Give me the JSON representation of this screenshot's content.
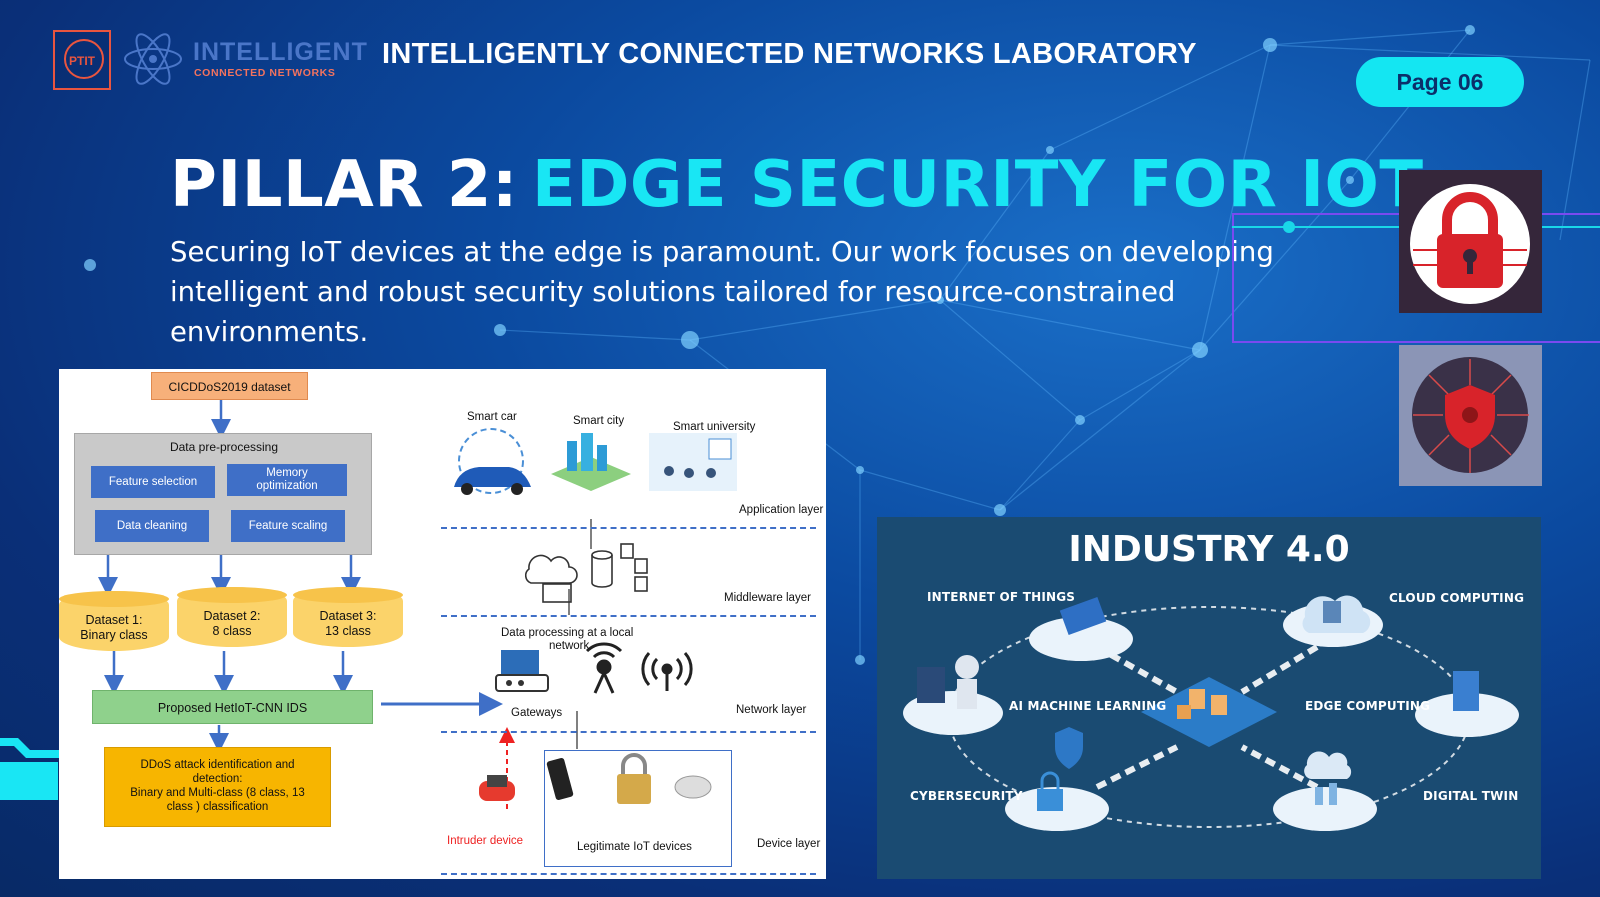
{
  "header": {
    "logo_mark": "PTIT",
    "logo_name": "INTELLIGENT",
    "logo_sub": "CONNECTED NETWORKS",
    "lab_title": "INTELLIGENTLY CONNECTED NETWORKS LABORATORY",
    "page_badge": "Page 06"
  },
  "hero": {
    "pillar_prefix": "PILLAR 2:",
    "pillar_title": "EDGE SECURITY FOR IOT",
    "description": "Securing IoT devices at the edge is paramount. Our work focuses on developing intelligent and robust security solutions tailored for resource-constrained environments."
  },
  "diagram": {
    "dataset": "CICDDoS2019 dataset",
    "preprocessing_title": "Data pre-processing",
    "feature_selection": "Feature selection",
    "memory_optimization": "Memory optimization",
    "data_cleaning": "Data cleaning",
    "feature_scaling": "Feature scaling",
    "datasets": [
      {
        "line1": "Dataset 1:",
        "line2": "Binary class"
      },
      {
        "line1": "Dataset 2:",
        "line2": "8 class"
      },
      {
        "line1": "Dataset 3:",
        "line2": "13 class"
      }
    ],
    "model": "Proposed HetIoT-CNN IDS",
    "result_line1": "DDoS attack identification and",
    "result_line2": "detection:",
    "result_line3": "Binary and Multi-class (8 class, 13",
    "result_line4": "class ) classification",
    "smart_car": "Smart car",
    "smart_city": "Smart city",
    "smart_university": "Smart university",
    "application_layer": "Application layer",
    "middleware_layer": "Middleware layer",
    "local_processing_line1": "Data processing at a local",
    "local_processing_line2": "network",
    "gateways": "Gateways",
    "network_layer": "Network layer",
    "intruder_device": "Intruder device",
    "legitimate_devices": "Legitimate  IoT devices",
    "device_layer": "Device layer"
  },
  "industry": {
    "title": "INDUSTRY 4.0",
    "internet_of_things": "INTERNET OF THINGS",
    "cloud_computing": "CLOUD COMPUTING",
    "ai_machine_learning": "AI MACHINE LEARNING",
    "edge_computing": "EDGE COMPUTING",
    "cybersecurity": "CYBERSECURITY",
    "digital_twin": "DIGITAL TWIN"
  },
  "colors": {
    "accent_cyan": "#19e6f4",
    "badge_bg": "#14e6f2",
    "logo_red": "#e9553f",
    "panel_navy": "#1a4b72"
  }
}
